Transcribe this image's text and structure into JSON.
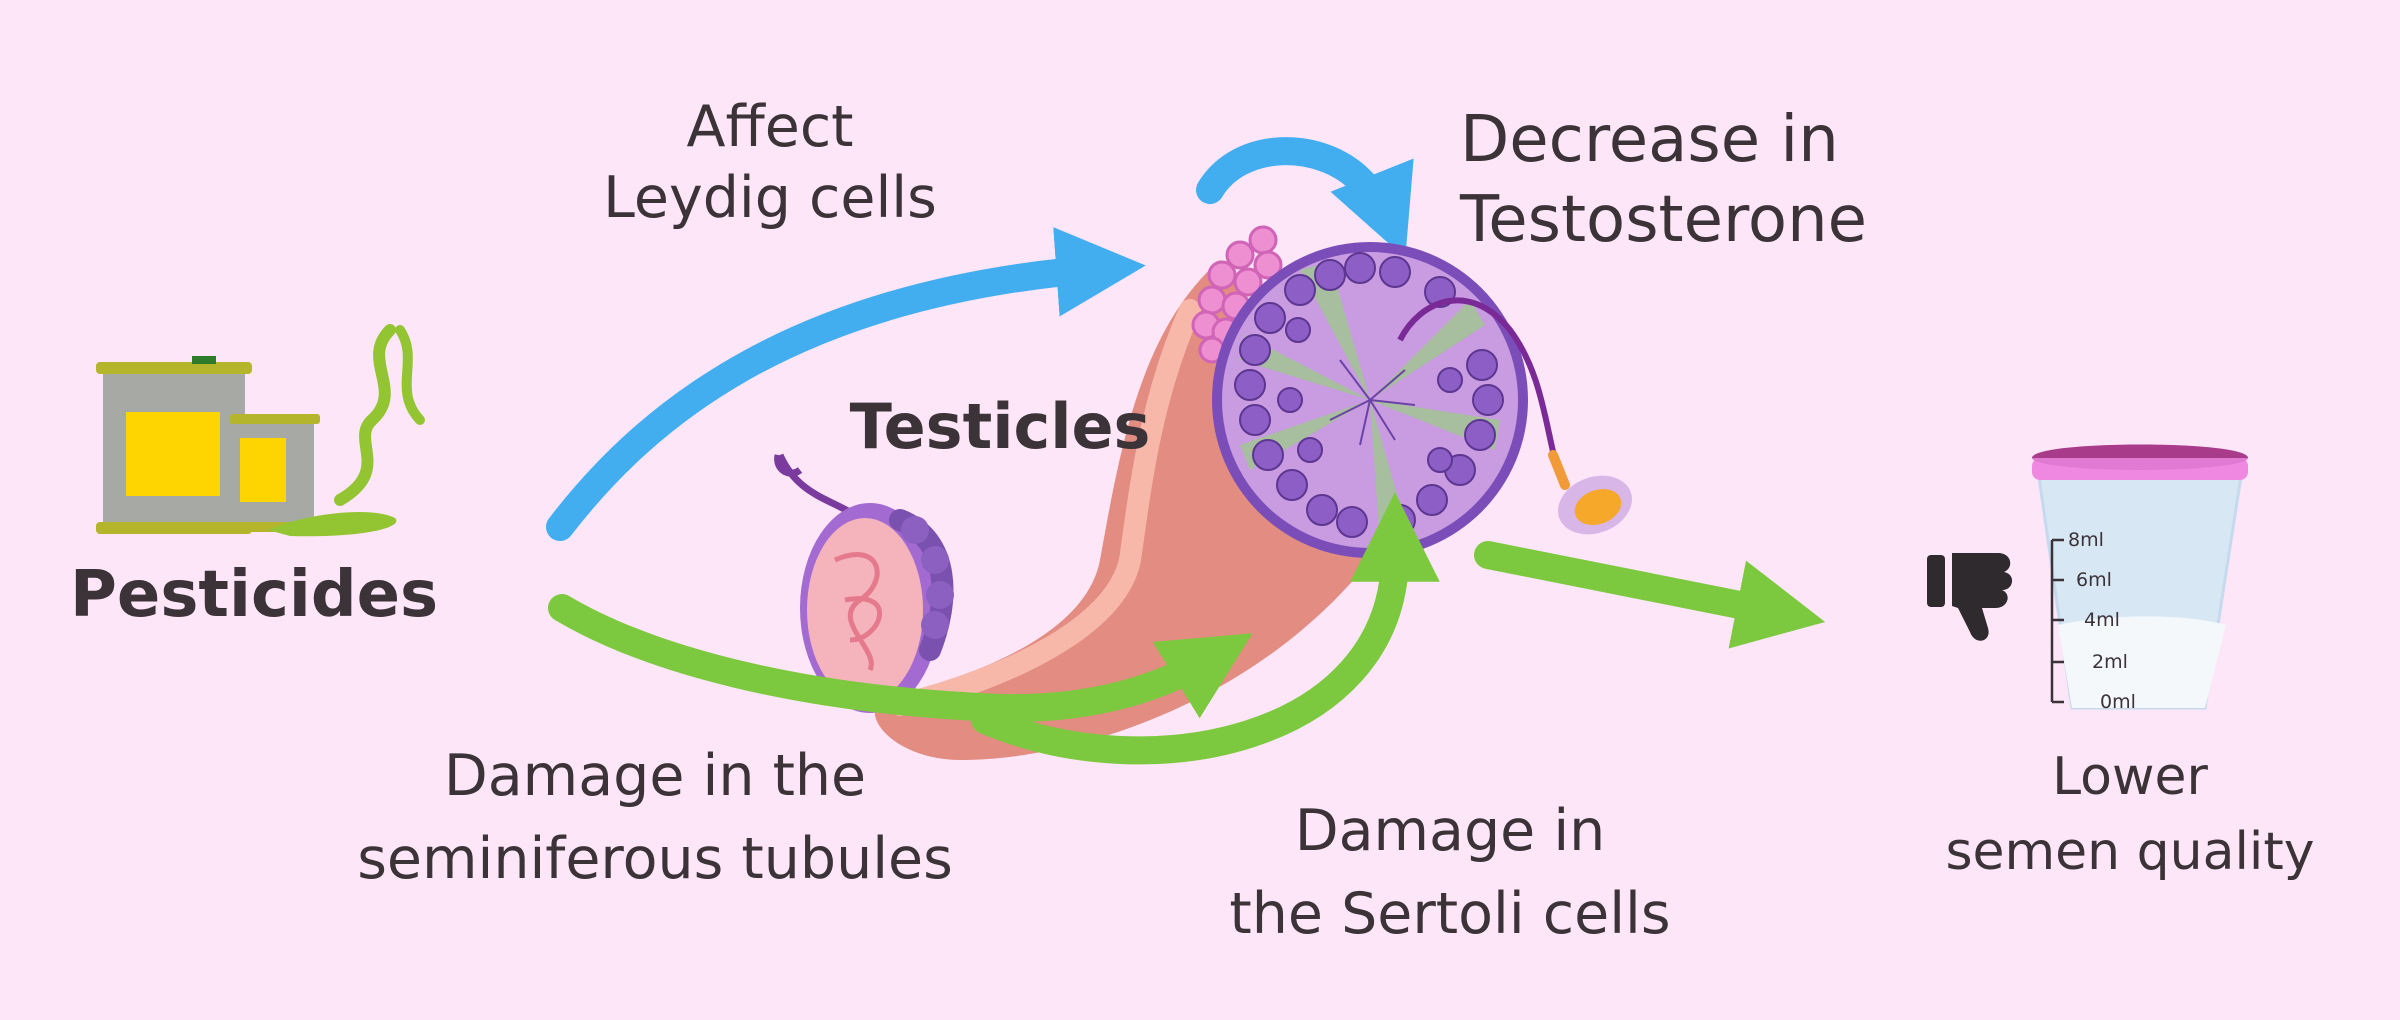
{
  "labels": {
    "pesticides": "Pesticides",
    "testicles": "Testicles",
    "affect_line1": "Affect",
    "affect_line2": "Leydig cells",
    "decrease_line1": "Decrease in",
    "decrease_line2": "Testosterone",
    "tubules_line1": "Damage in the",
    "tubules_line2": "seminiferous tubules",
    "sertoli_line1": "Damage in",
    "sertoli_line2": "the Sertoli cells",
    "semen_line1": "Lower",
    "semen_line2": "semen quality"
  },
  "cup_scale": [
    "8ml",
    "6ml",
    "4ml",
    "2ml",
    "0ml"
  ],
  "colors": {
    "background": "#fde6f8",
    "blue_arrow": "#42aef0",
    "green_arrow": "#7cc93f",
    "text": "#3b3338"
  }
}
